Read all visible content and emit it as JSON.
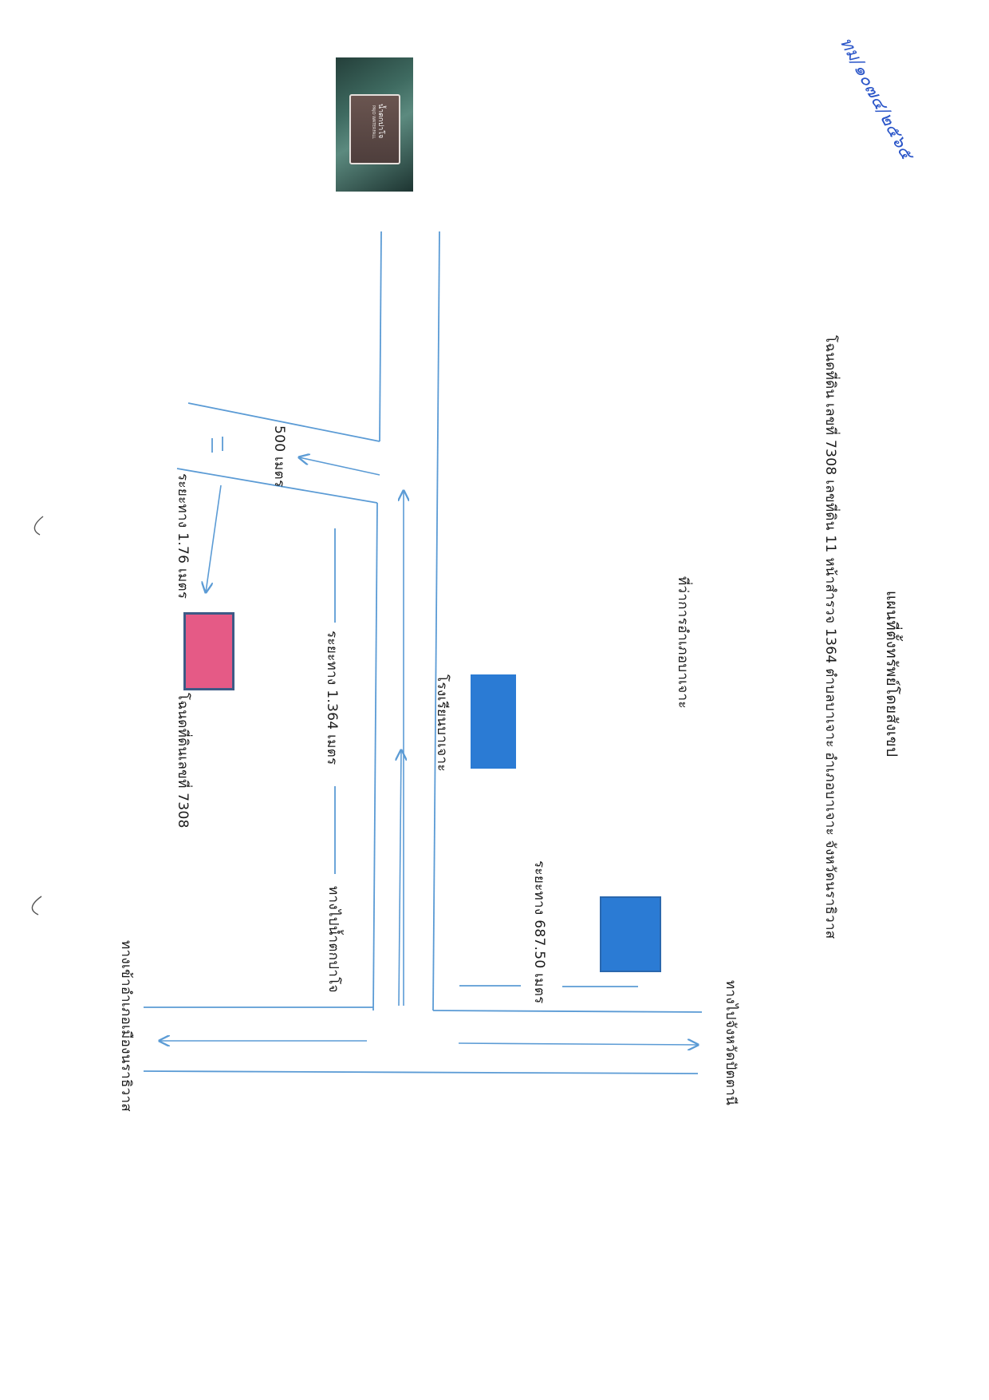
{
  "handwritten_note": "ทม/๑๐๗๔/๒๕๖๕",
  "title": "แผนที่ตั้งทรัพย์โดยสังเขป",
  "subtitle": "โฉนดที่ดิน เลขที่ 7308  เลขที่ดิน 11  หน้าสำรวจ 1364  ตำบลบาเจาะ  อำเภอบาเจาะ  จังหวัดนราธิวาส",
  "photo": {
    "sign_text": "น้ำตกปาโจ",
    "sign_subtext": "PAJO WATERFALL"
  },
  "landmarks": {
    "district_office": "ที่ว่าการอำเภอบาเจาะ",
    "school": "โรงเรียนบาเจาะ",
    "parcel": "โฉนดที่ดินเลขที่ 7308"
  },
  "distances": {
    "d_500": "500 เมตร",
    "d_1364": "ระยะทาง 1.364  เมตร",
    "d_176": "ระยะทาง 1.76 เมตร",
    "d_687": "ระยะทาง 687.50 เมตร"
  },
  "directions": {
    "to_pattani": "ทางไปจังหวัดปัตตานี",
    "to_narathiwat": "ทางเข้าอำเภอเมืองนราธิวาส",
    "to_waterfall": "ทางไปน้ำตกปาโจ"
  },
  "colors": {
    "road": "#5b9bd5",
    "building": "#2b7bd4",
    "parcel_fill": "#e55a86",
    "parcel_border": "#3d5a86",
    "handwriting": "#2a55c8"
  }
}
